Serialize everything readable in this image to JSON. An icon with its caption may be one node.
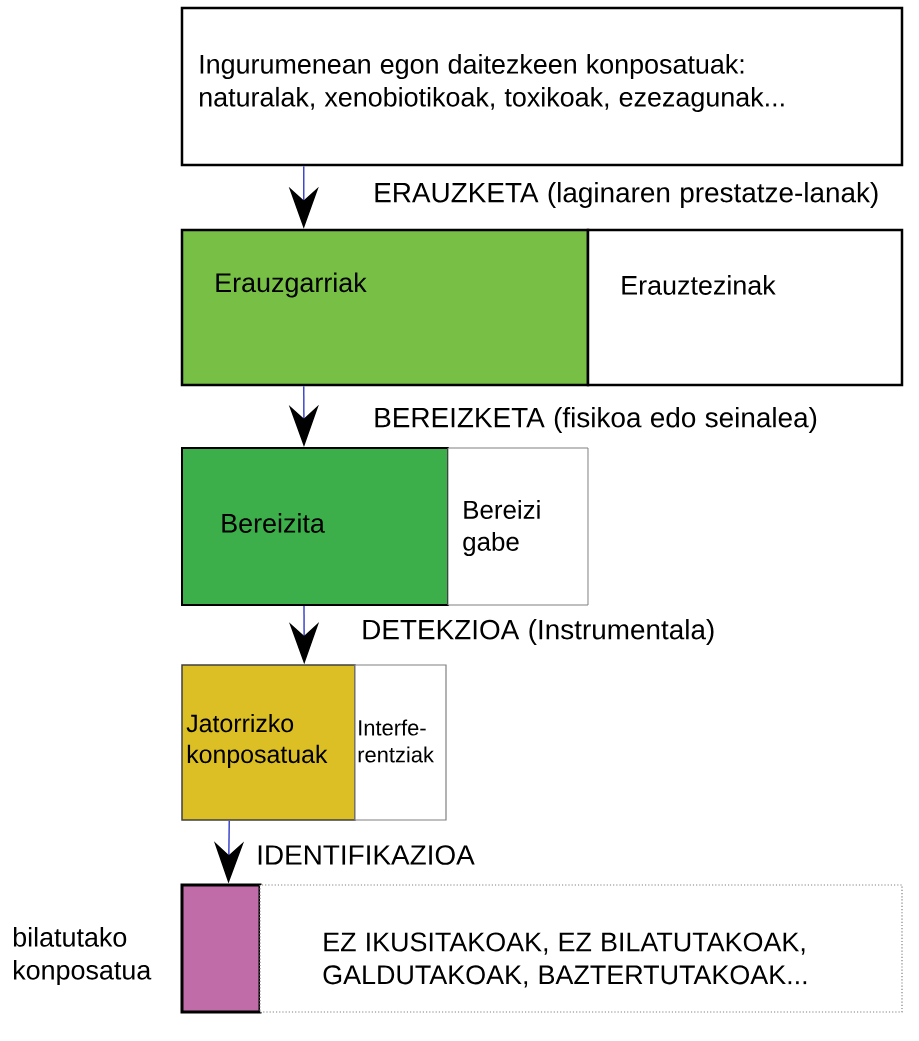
{
  "diagram": {
    "nodes": [
      {
        "text": [
          "Ingurumenean egon daitezkeen konposatuak: naturalak, xenobiotikoak, toxikoak, ezezagunak..."
        ]
      },
      {
        "text": [
          "Erauzgarriak"
        ]
      },
      {
        "text": [
          "Erauztezinak"
        ]
      },
      {
        "text": [
          "Bereizita"
        ]
      },
      {
        "text": [
          "Bereizi gabe"
        ]
      },
      {
        "text": [
          "Jatorrizko konposatuak"
        ]
      },
      {
        "text": [
          "Interfe- rentziak"
        ]
      },
      {
        "text": [],
        "shape": "bar",
        "beside": [
          "bilatutako konposatua"
        ]
      },
      {
        "text": [
          "EZ IKUSITAKOAK, EZ BILATUTAKOAK, GALDUTAKOAK, BAZTERTUTAKOAK..."
        ]
      }
    ],
    "edges": [
      {
        "from": 0,
        "to": 1,
        "arrow": "to",
        "label": "ERAUZKETA (laginaren prestatze-lanak)"
      },
      {
        "from": 1,
        "to": 3,
        "arrow": "to",
        "label": "BEREIZKETA (fisikoa edo seinalea)"
      },
      {
        "from": 3,
        "to": 5,
        "arrow": "to",
        "label": "DETEKZIOA (Instrumentala)"
      },
      {
        "from": 5,
        "to": 7,
        "arrow": "to",
        "label": "IDENTIFIKAZIOA"
      }
    ]
  }
}
